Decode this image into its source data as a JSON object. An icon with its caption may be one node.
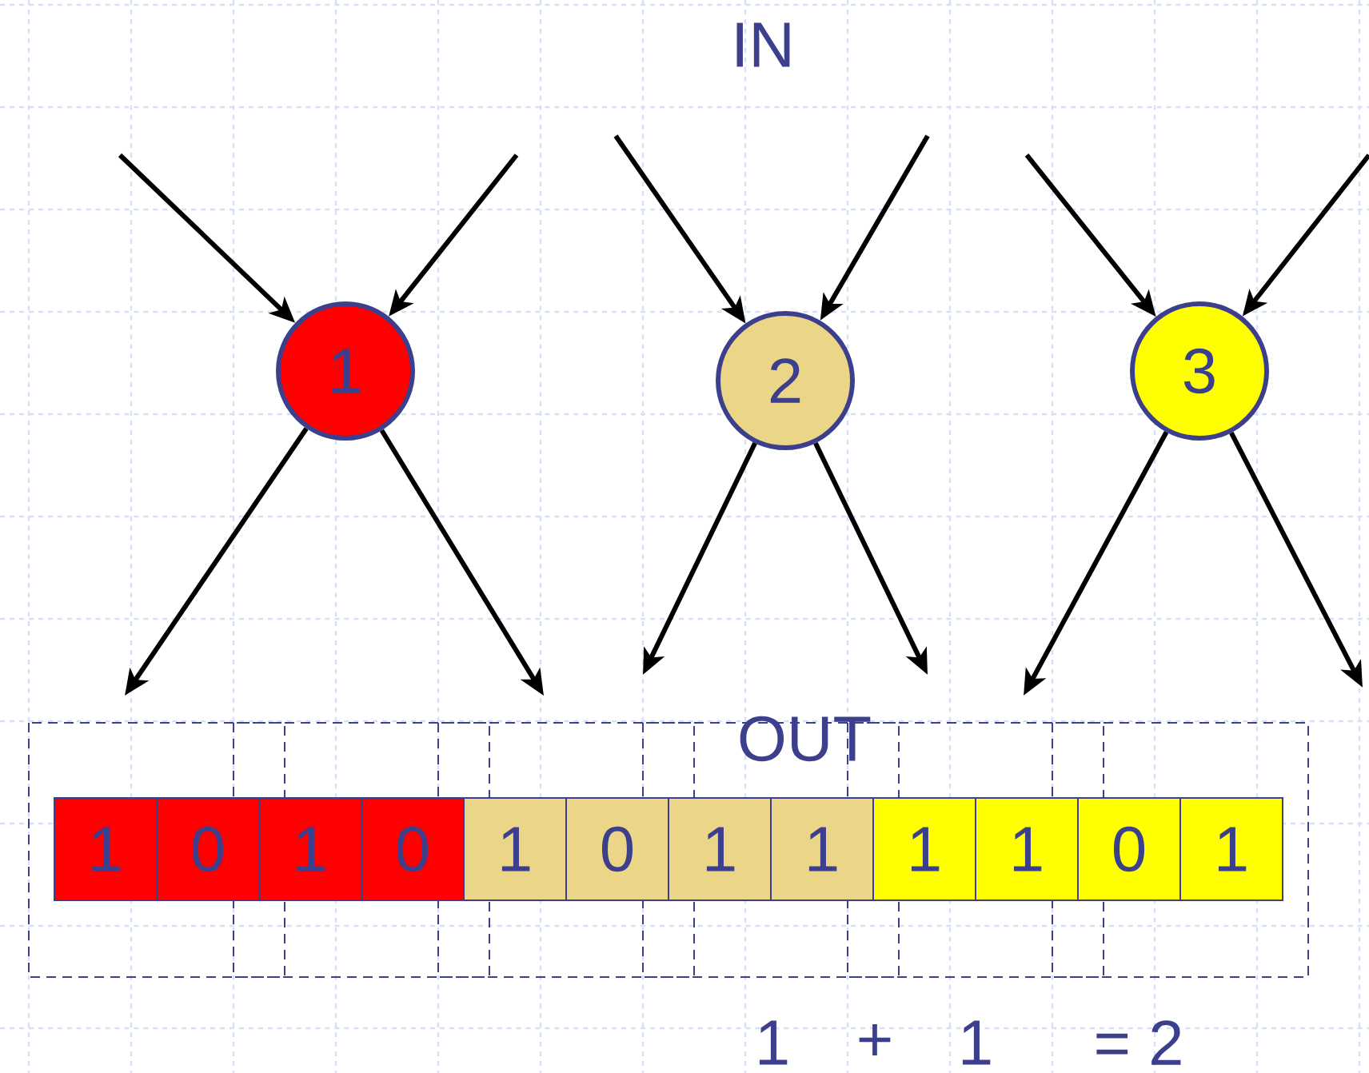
{
  "diagram": {
    "nodes": [
      {
        "text": [
          "1"
        ]
      },
      {
        "text": [
          "2"
        ]
      },
      {
        "text": [
          "3"
        ]
      },
      {
        "text": [
          "1"
        ]
      },
      {
        "text": [
          "0"
        ]
      },
      {
        "text": [
          "1"
        ]
      },
      {
        "text": [
          "0"
        ]
      },
      {
        "text": [
          "1"
        ]
      },
      {
        "text": [
          "0"
        ]
      },
      {
        "text": [
          "1"
        ]
      },
      {
        "text": [
          "1"
        ]
      },
      {
        "text": [
          "1"
        ]
      },
      {
        "text": [
          "1"
        ]
      },
      {
        "text": [
          "0"
        ]
      },
      {
        "text": [
          "1"
        ]
      }
    ],
    "edges": [
      {
        "from": null,
        "to": 0,
        "arrow": "to"
      },
      {
        "from": null,
        "to": 0,
        "arrow": "to"
      },
      {
        "from": 0,
        "to": null,
        "arrow": "to"
      },
      {
        "from": 0,
        "to": null,
        "arrow": "to"
      },
      {
        "from": null,
        "to": 1,
        "arrow": "to"
      },
      {
        "from": null,
        "to": 1,
        "arrow": "to"
      },
      {
        "from": 1,
        "to": null,
        "arrow": "to"
      },
      {
        "from": 1,
        "to": null,
        "arrow": "to"
      },
      {
        "from": null,
        "to": 2,
        "arrow": "to"
      },
      {
        "from": null,
        "to": 2,
        "arrow": "to"
      },
      {
        "from": 2,
        "to": null,
        "arrow": "to"
      },
      {
        "from": 2,
        "to": null,
        "arrow": "to"
      }
    ],
    "labels": [
      "IN",
      "OUT",
      "1",
      "+",
      "1",
      "= 2"
    ]
  }
}
